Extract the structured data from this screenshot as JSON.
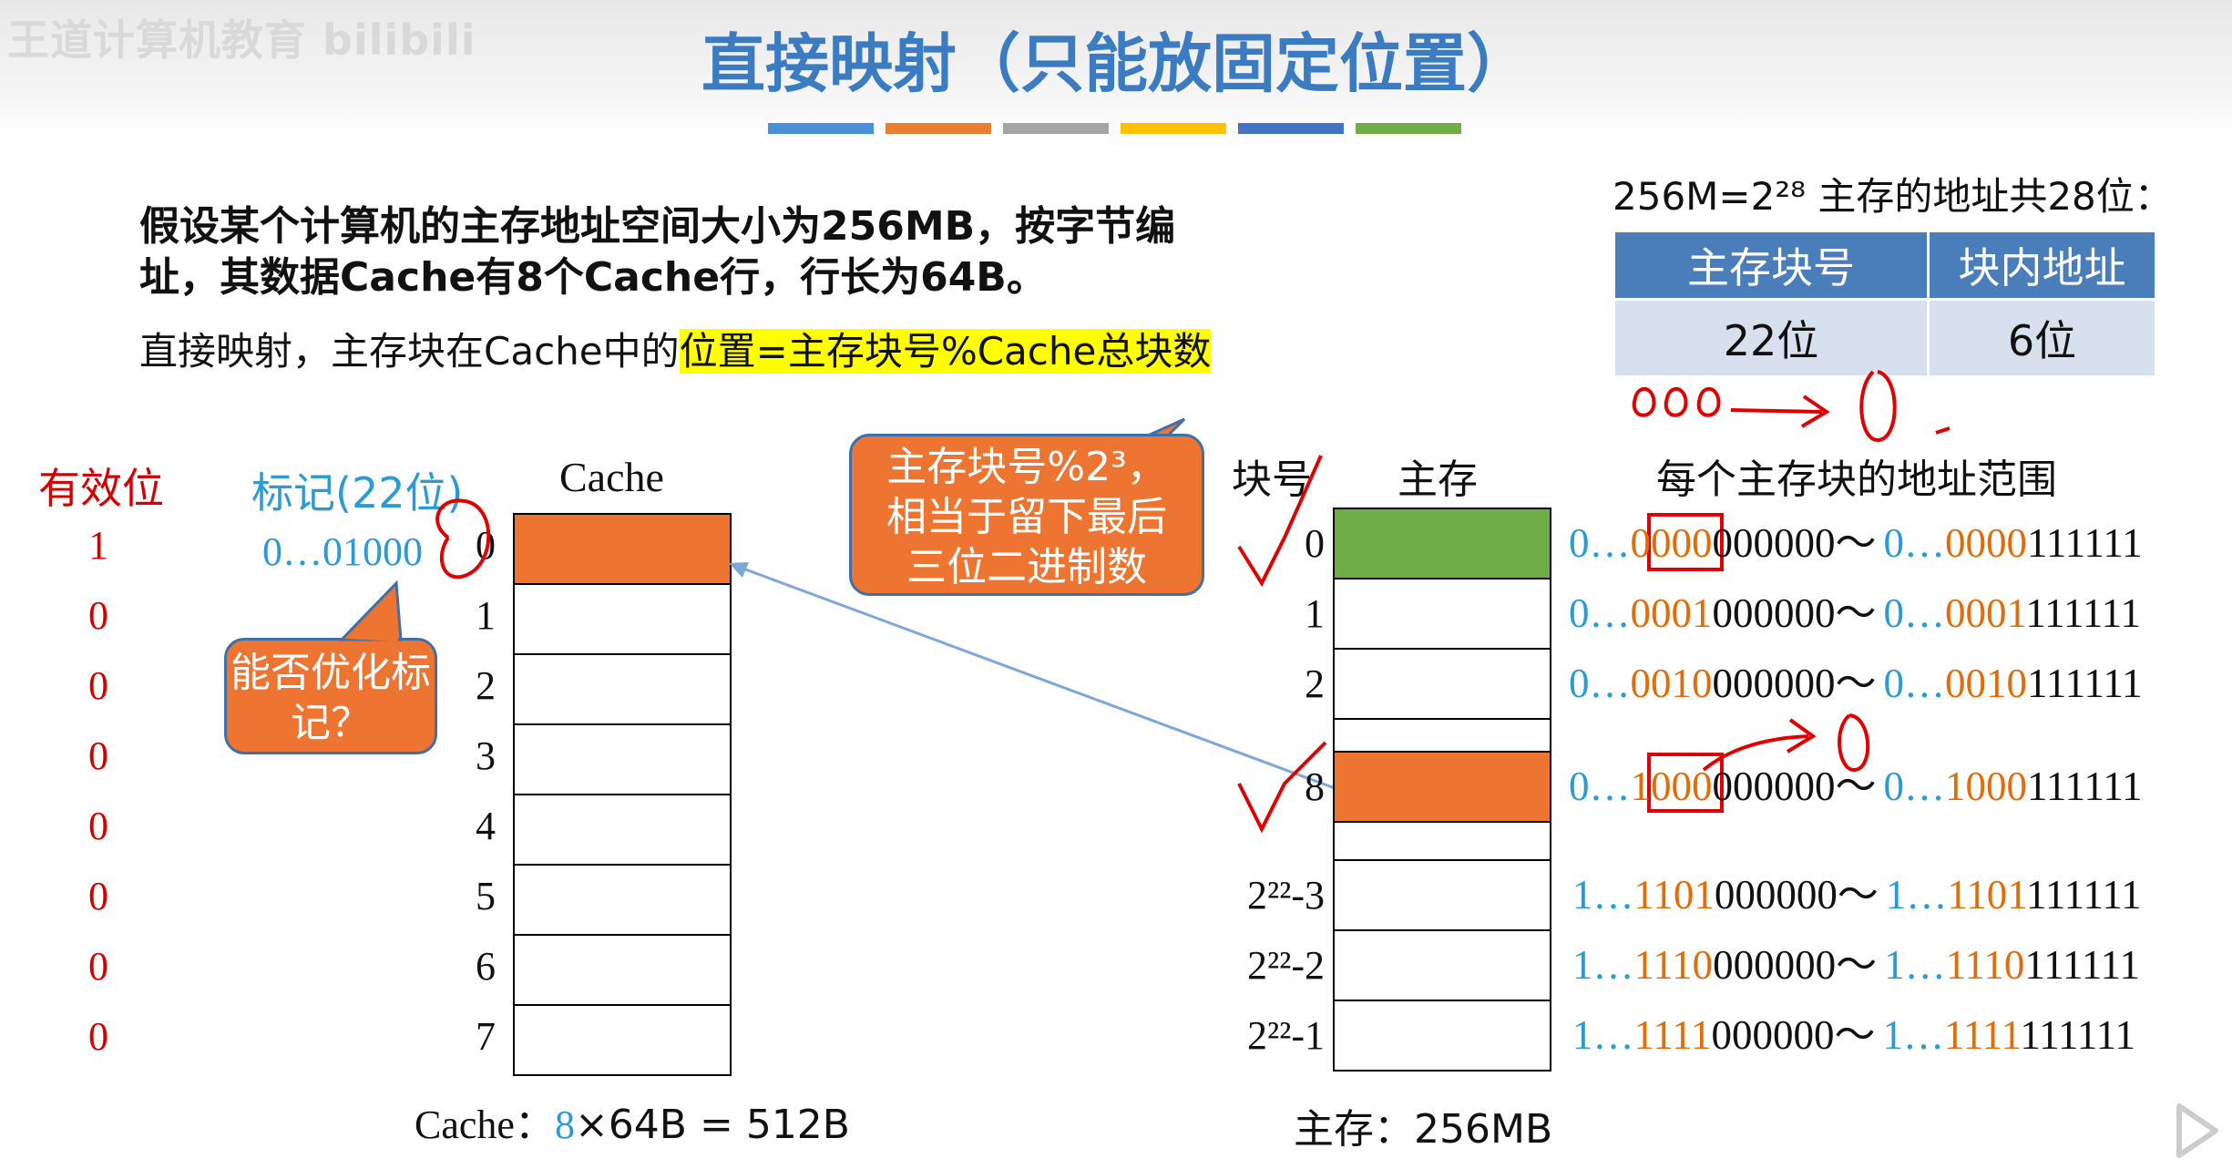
{
  "watermark": "王道计算机教育 bilibili",
  "title": "直接映射（只能放固定位置）",
  "title_bar_colors": [
    "#4a90d9",
    "#ed7d31",
    "#a5a5a5",
    "#ffc000",
    "#4472c4",
    "#70ad47"
  ],
  "intro": {
    "line1": "假设某个计算机的主存地址空间大小为256MB，按字节编",
    "line2": "址，其数据Cache有8个Cache行，行长为64B。",
    "line3_prefix": "直接映射，主存块在Cache中的",
    "line3_highlight": "位置=主存块号%Cache总块数"
  },
  "address_format": {
    "heading": "256M=2²⁸ 主存的地址共28位：",
    "columns": [
      "主存块号",
      "块内地址"
    ],
    "values": [
      "22位",
      "6位"
    ]
  },
  "cache": {
    "valid_header": "有效位",
    "tag_header": "标记(22位)",
    "title": "Cache",
    "valid_bits": [
      "1",
      "0",
      "0",
      "0",
      "0",
      "0",
      "0",
      "0"
    ],
    "row_numbers": [
      "0",
      "1",
      "2",
      "3",
      "4",
      "5",
      "6",
      "7"
    ],
    "tag_value": "0…01000",
    "capacity_prefix": "Cache：",
    "capacity_lines": "8",
    "capacity_suffix": "×64B = 512B",
    "filled_color": "#ed7431"
  },
  "callout_tag": "能否优化标记？",
  "callout_mod": {
    "line1": "主存块号%2³，",
    "line2": "相当于留下最后",
    "line3": "三位二进制数"
  },
  "memory": {
    "block_header": "块号",
    "title": "主存",
    "range_header": "每个主存块的地址范围",
    "capacity": "主存：256MB",
    "block_numbers": [
      "0",
      "1",
      "2",
      "8",
      "2²²-3",
      "2²²-2",
      "2²²-1"
    ],
    "ranges": [
      {
        "a1": "0…",
        "a2": "0000",
        "a3": "000000～",
        "b1": "0…",
        "b2": "0000",
        "b3": "111111"
      },
      {
        "a1": "0…",
        "a2": "0001",
        "a3": "000000～",
        "b1": "0…",
        "b2": "0001",
        "b3": "111111"
      },
      {
        "a1": "0…",
        "a2": "0010",
        "a3": "000000～",
        "b1": "0…",
        "b2": "0010",
        "b3": "111111"
      },
      {
        "a1": "0…",
        "a2": "1000",
        "a3": "000000～",
        "b1": "0…",
        "b2": "1000",
        "b3": "111111"
      },
      {
        "a1": "1…",
        "a2": "1101",
        "a3": "000000～",
        "b1": "1…",
        "b2": "1101",
        "b3": "111111"
      },
      {
        "a1": "1…",
        "a2": "1110",
        "a3": "000000～",
        "b1": "1…",
        "b2": "1110",
        "b3": "111111"
      },
      {
        "a1": "1…",
        "a2": "1111",
        "a3": "000000～",
        "b1": "1…",
        "b2": "1111",
        "b3": "111111"
      }
    ],
    "green_block": "#70ad47",
    "orange_block": "#ed7431"
  },
  "annotation_handwriting": "000→0",
  "annotation_handwriting2": "0",
  "play_icon": "play-icon"
}
